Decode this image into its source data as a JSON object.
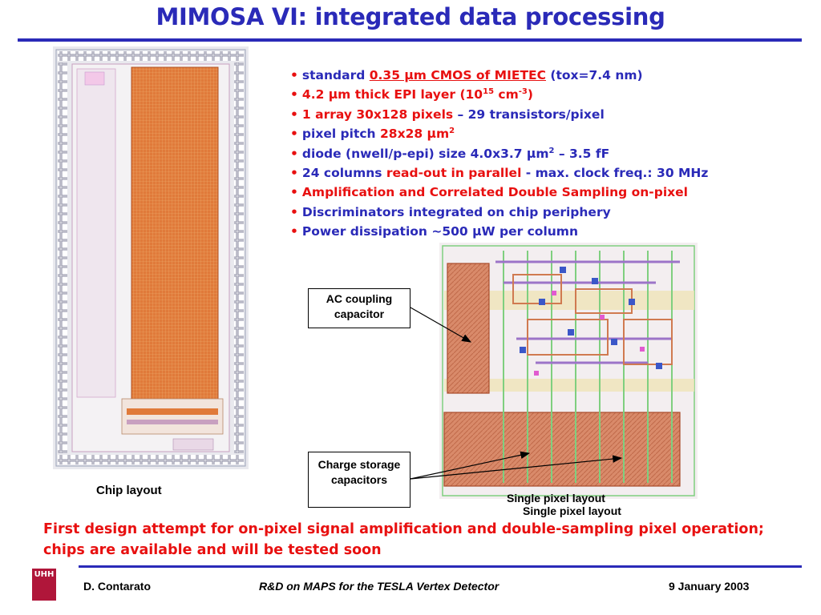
{
  "slide": {
    "title": "MIMOSA VI: integrated data processing",
    "bullets": [
      [
        {
          "t": "standard ",
          "c": "b"
        },
        {
          "t": "0.35 μm CMOS of MIETEC",
          "c": "r u"
        },
        {
          "t": " (tox=7.4 nm)",
          "c": "b"
        }
      ],
      [
        {
          "t": "4.2 μm thick EPI layer (10",
          "c": "r"
        },
        {
          "t": "15",
          "c": "r",
          "sup": true
        },
        {
          "t": " cm",
          "c": "r"
        },
        {
          "t": "-3",
          "c": "r",
          "sup": true
        },
        {
          "t": ")",
          "c": "r"
        }
      ],
      [
        {
          "t": "1 array 30x128 pixels",
          "c": "r"
        },
        {
          "t": " – 29 transistors/pixel",
          "c": "b"
        }
      ],
      [
        {
          "t": "pixel pitch ",
          "c": "b"
        },
        {
          "t": "28x28 μm",
          "c": "r"
        },
        {
          "t": "2",
          "c": "r",
          "sup": true
        }
      ],
      [
        {
          "t": "diode (nwell/p-epi) size 4.0x3.7 μm",
          "c": "b"
        },
        {
          "t": "2",
          "c": "b",
          "sup": true
        },
        {
          "t": " – 3.5 fF",
          "c": "b"
        }
      ],
      [
        {
          "t": "24 columns ",
          "c": "b"
        },
        {
          "t": "read-out in parallel",
          "c": "r"
        },
        {
          "t": " - max. clock freq.: 30 MHz",
          "c": "b"
        }
      ],
      [
        {
          "t": "Amplification and Correlated Double Sampling on-pixel",
          "c": "r"
        }
      ],
      [
        {
          "t": "Discriminators integrated on chip periphery",
          "c": "b"
        }
      ],
      [
        {
          "t": "Power dissipation ~500 μW per column",
          "c": "b"
        }
      ]
    ],
    "chip_caption": "Chip layout",
    "callouts": {
      "ac_coupling": "AC coupling capacitor",
      "charge_storage": "Charge storage capacitors"
    },
    "pixel_caption_1": "Single pixel layout",
    "pixel_caption_2": "Single pixel layout",
    "conclusion": "First design attempt for on-pixel signal amplification and double-sampling pixel operation; chips are available and will be tested soon",
    "logo_text": "UHH",
    "footer": {
      "author": "D. Contarato",
      "talk": "R&D on MAPS for the TESLA Vertex Detector",
      "date": "9 January 2003"
    }
  },
  "colors": {
    "title_blue": "#2a2ab8",
    "accent_red": "#e81010",
    "array_orange": "#e07a3a",
    "logo_red": "#b0163a"
  }
}
